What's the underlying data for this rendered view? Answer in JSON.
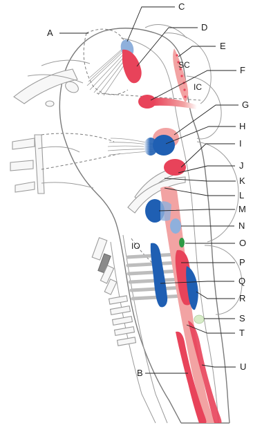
{
  "labels": {
    "A": "A",
    "B": "B",
    "C": "C",
    "D": "D",
    "E": "E",
    "F": "F",
    "G": "G",
    "H": "H",
    "I": "I",
    "J": "J",
    "K": "K",
    "L": "L",
    "M": "M",
    "N": "N",
    "O": "O",
    "P": "P",
    "Q": "Q",
    "R": "R",
    "S": "S",
    "T": "T",
    "U": "U"
  },
  "inner_labels": {
    "SC": "SC",
    "IC": "IC",
    "IO": "IO"
  },
  "colors": {
    "red": "#e8435a",
    "pink": "#f2a3a3",
    "blue": "#1f5fb3",
    "light_blue": "#8fb0dc",
    "green": "#2f9a45",
    "pale_green": "#d8ecc8",
    "outline": "#7a7a7a"
  }
}
